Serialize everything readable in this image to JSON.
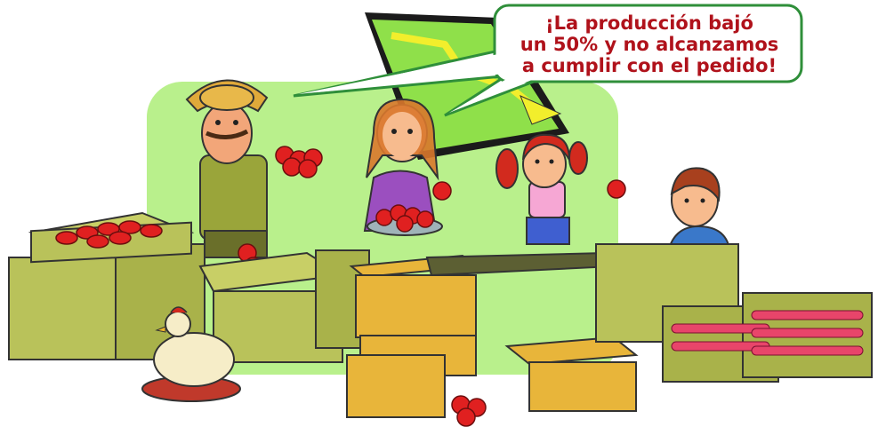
{
  "speech_bubble": {
    "lines": [
      "¡La producción bajó",
      "un 50% y no alcanzamos",
      "a cumplir con el pedido!"
    ]
  },
  "colors": {
    "background_panel": "#b9f08c",
    "bubble_border": "#2f8f3a",
    "bubble_text": "#b0121b",
    "crate_wood": "#b9c25a",
    "box_cardboard": "#e8b53a",
    "tomato": "#e02020"
  },
  "characters": [
    "farmer",
    "woman",
    "girl",
    "boy",
    "hen"
  ],
  "props": [
    "tomato-crates",
    "cardboard-boxes",
    "falling-sales-chart",
    "tomatoes"
  ]
}
